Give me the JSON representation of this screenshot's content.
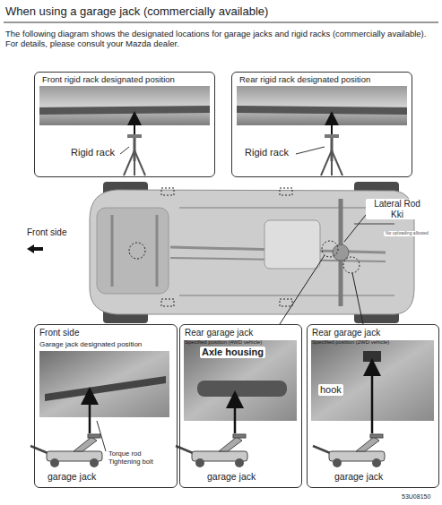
{
  "diagram": {
    "title": "When using a garage jack (commercially available)",
    "nodes": [
      {
        "text": [
          "Front rigid rack designated position",
          "Rigid rack"
        ]
      },
      {
        "text": [
          "Rear rigid rack designated position",
          "Rigid rack"
        ]
      },
      {
        "text": [
          "Front side",
          "Garage jack designated position",
          "Torque rod Tightening bolt",
          "garage jack"
        ]
      },
      {
        "text": [
          "Rear garage jack",
          "Specified position (4WD vehicle)",
          "Axle housing",
          "garage jack"
        ]
      },
      {
        "text": [
          "Rear garage jack",
          "Specified position (2WD vehicle)",
          "hook",
          "garage jack"
        ]
      }
    ],
    "labels": [
      "The following diagram shows the designated locations for garage jacks and rigid racks (commercially available). For details, please consult your Mazda dealer.",
      "Front side",
      "Lateral Rod Kki",
      "No uploading allowed",
      "53U08150"
    ]
  }
}
